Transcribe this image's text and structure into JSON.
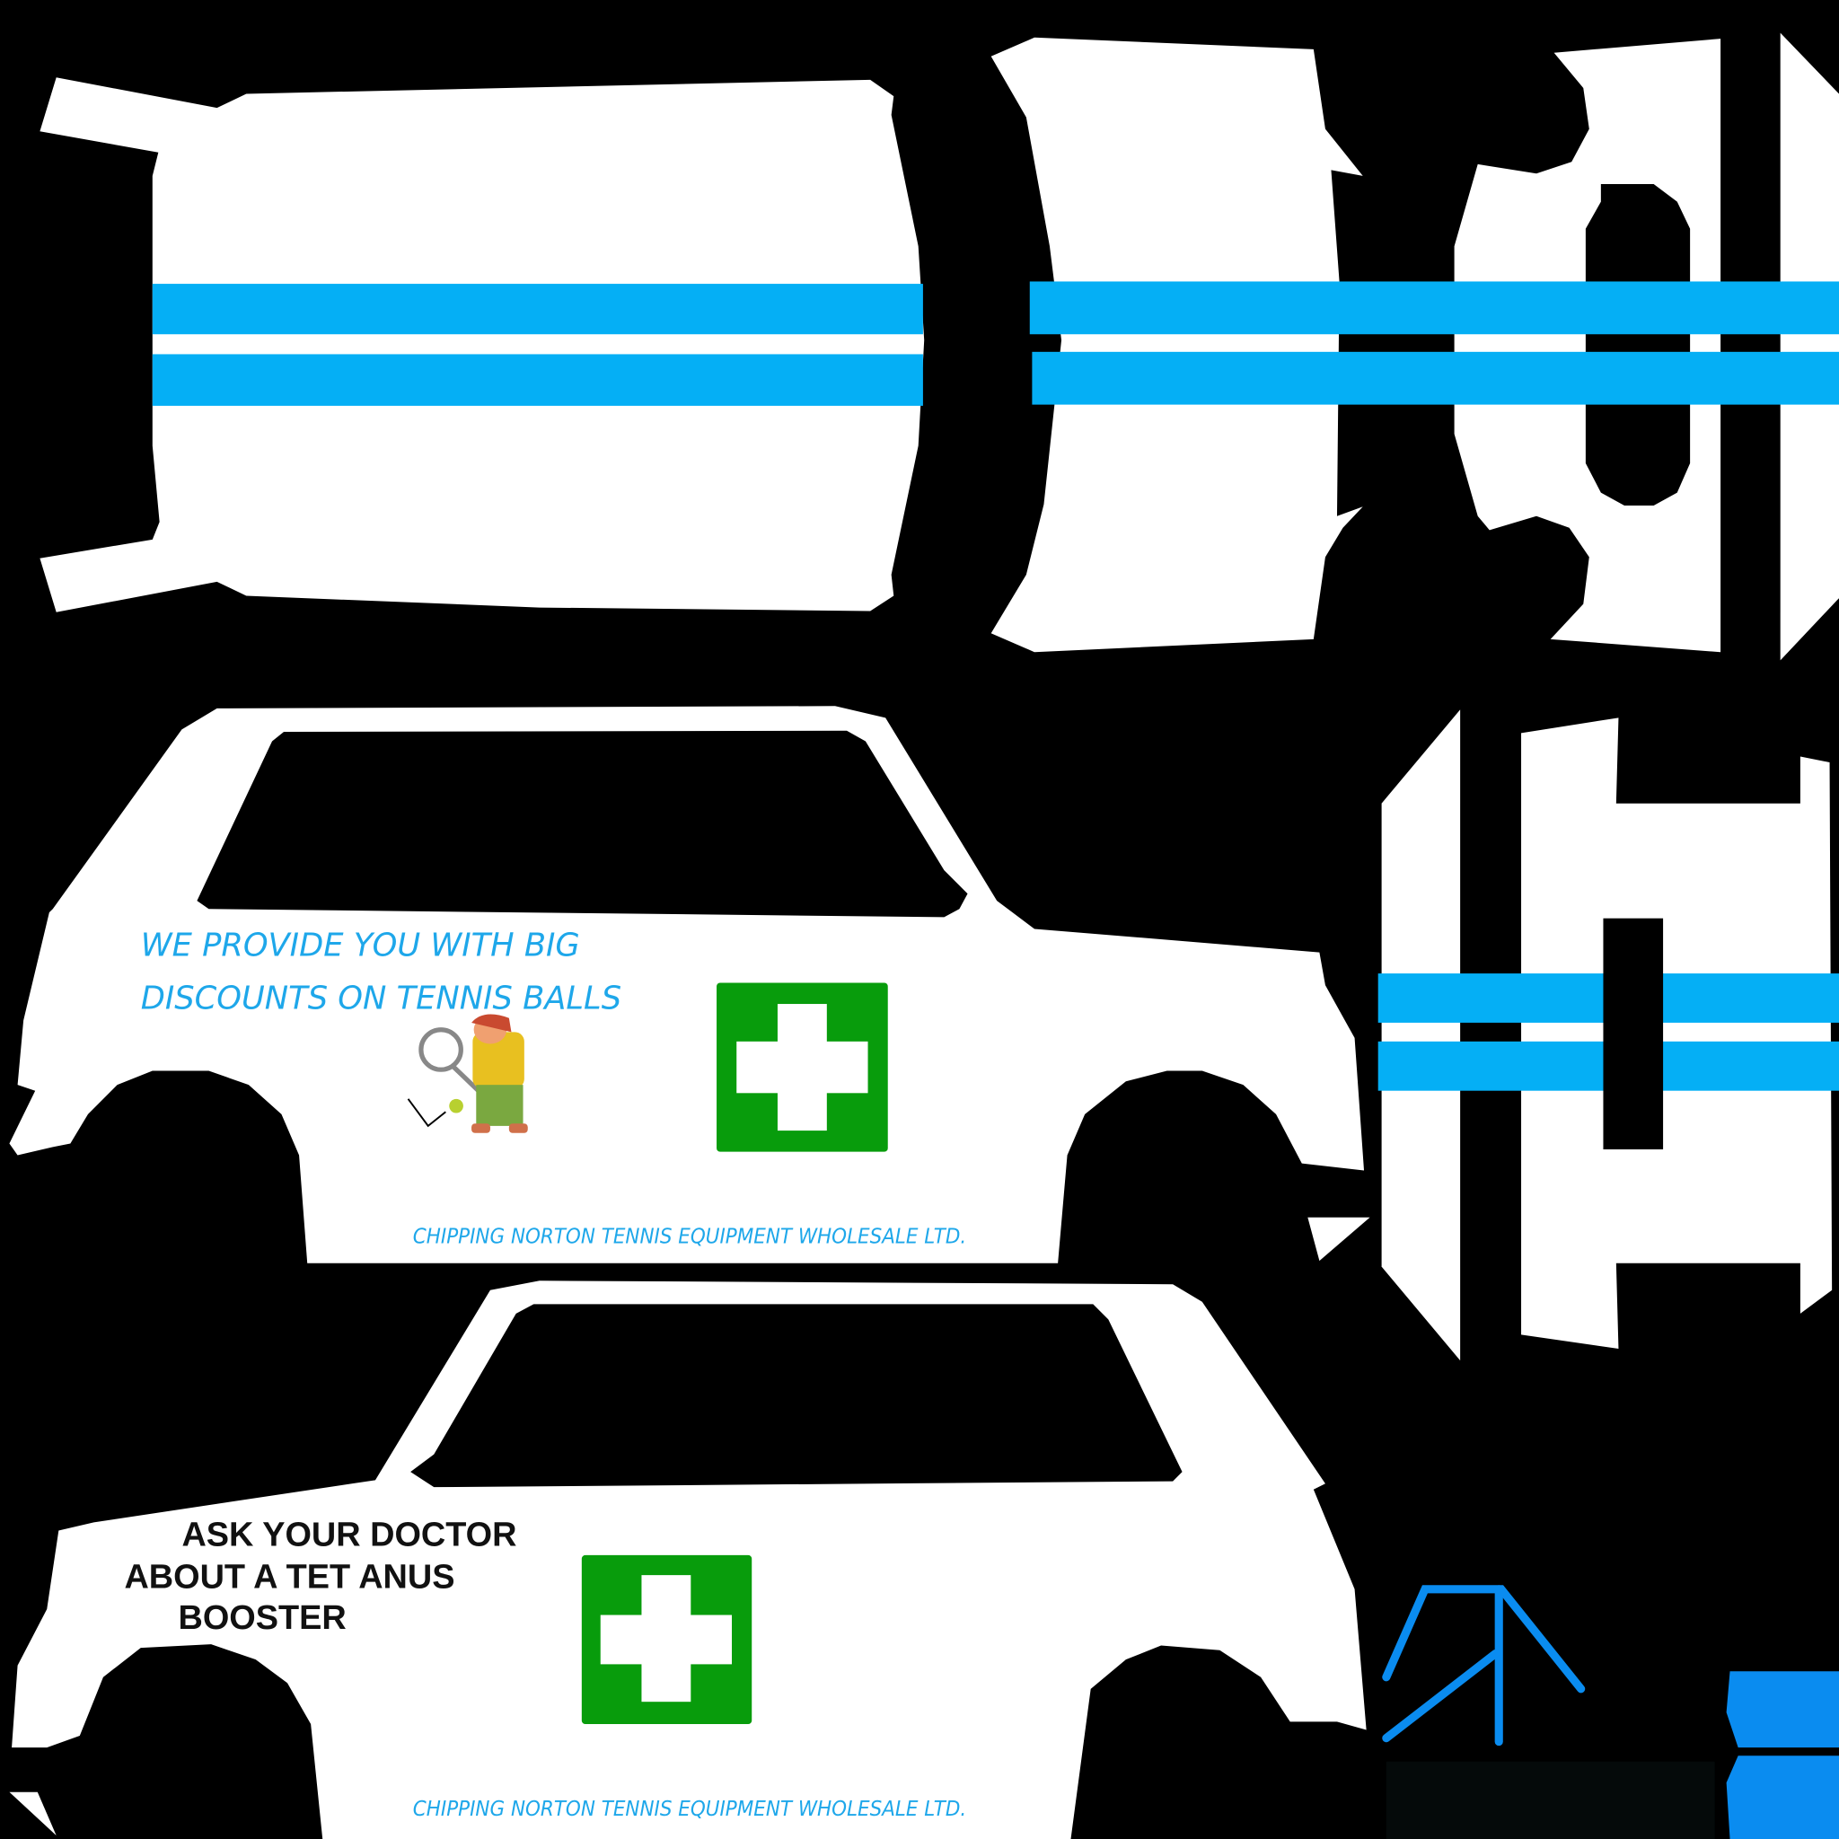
{
  "livery": {
    "slogan_line1": "WE PROVIDE YOU WITH BIG",
    "slogan_line2": "DISCOUNTS ON TENNIS BALLS",
    "company_name_side1": "CHIPPING NORTON TENNIS EQUIPMENT WHOLESALE LTD.",
    "doctor_line1": "ASK YOUR DOCTOR",
    "doctor_line2": "ABOUT A TET ANUS",
    "doctor_line3": "BOOSTER",
    "company_name_side2": "CHIPPING NORTON TENNIS EQUIPMENT WHOLESALE LTD."
  },
  "colors": {
    "background": "#000000",
    "body": "#ffffff",
    "stripe": "#05aff5",
    "text_blue": "#1ea7ea",
    "first_aid_green": "#089c0c",
    "accent_blue": "#0a8cf0"
  }
}
